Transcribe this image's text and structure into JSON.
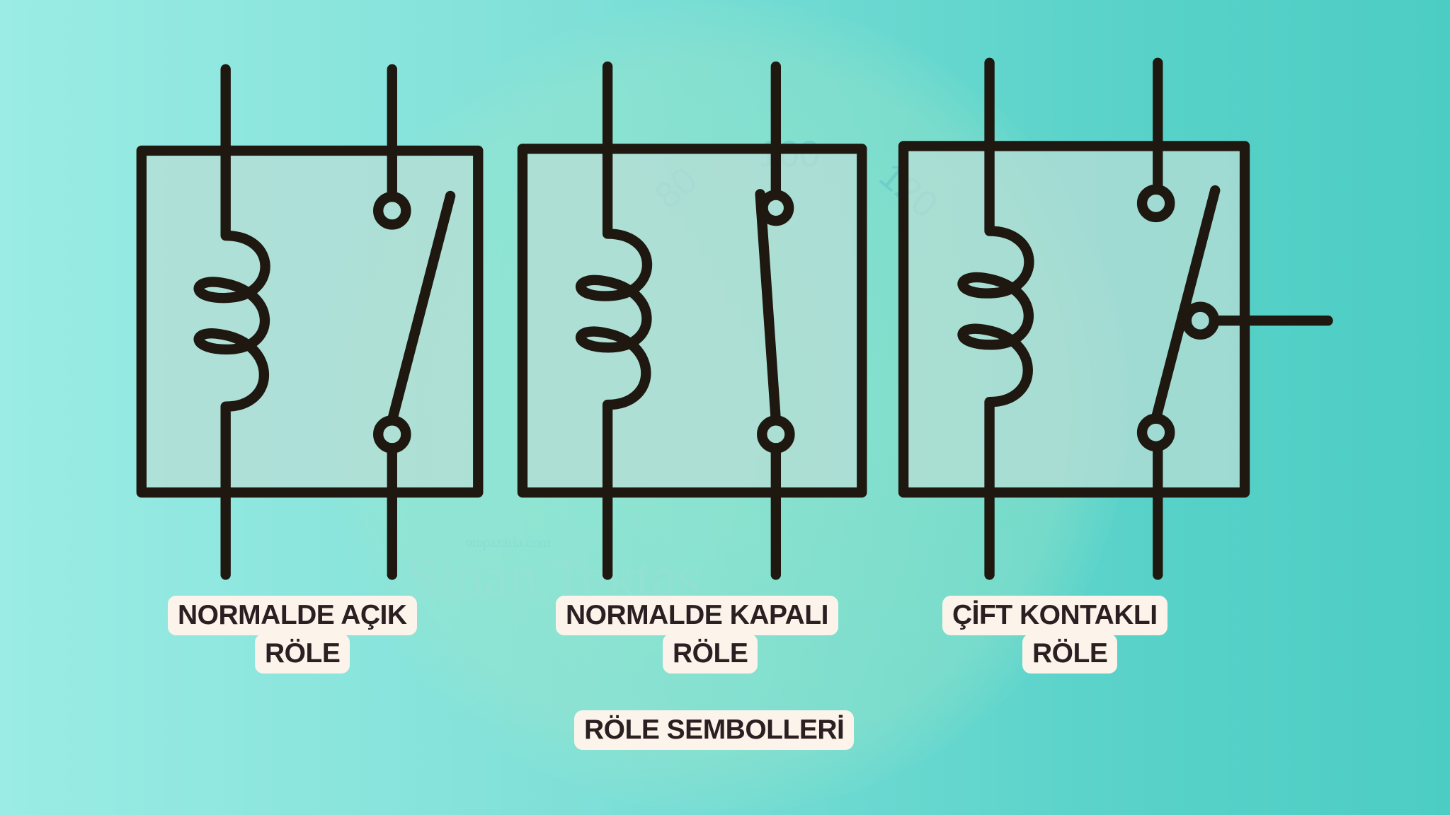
{
  "diagram": {
    "title": "RÖLE SEMBOLLERİ",
    "relays": [
      {
        "type": "normally-open",
        "label_line1": "NORMALDE AÇIK",
        "label_line2": "RÖLE"
      },
      {
        "type": "normally-closed",
        "label_line1": "NORMALDE KAPALI",
        "label_line2": "RÖLE"
      },
      {
        "type": "changeover",
        "label_line1": "ÇİFT KONTAKLI",
        "label_line2": "RÖLE"
      }
    ]
  },
  "watermark": {
    "name": "Sinan Tektaş",
    "site": "otopazarla.com",
    "gauge_ticks": [
      "80",
      "100",
      "120"
    ]
  },
  "colors": {
    "line": "#1e1810",
    "box_fill": "#b8ddd5",
    "label_bg": "#fcf4ea"
  }
}
